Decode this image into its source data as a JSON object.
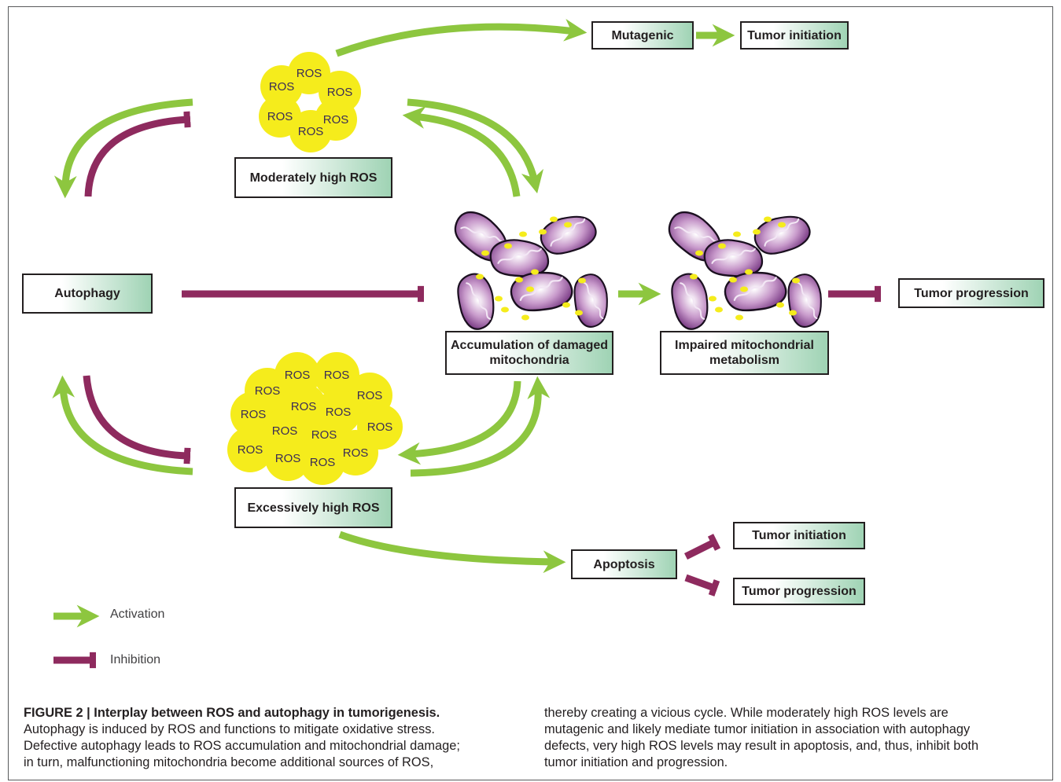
{
  "diagram": {
    "ros_label": "ROS",
    "nodes": {
      "mutagenic": "Mutagenic",
      "tumor_initiation_top": "Tumor initiation",
      "moderate_ros": "Moderately high ROS",
      "autophagy": "Autophagy",
      "accumulation": "Accumulation of damaged mitochondria",
      "impaired": "Impaired mitochondrial metabolism",
      "tumor_progression_right": "Tumor progression",
      "excessive_ros": "Excessively high ROS",
      "apoptosis": "Apoptosis",
      "tumor_initiation_bottom": "Tumor initiation",
      "tumor_progression_bottom": "Tumor progression"
    },
    "colors": {
      "activation": "#8dc63f",
      "inhibition": "#8e2a5e",
      "ros_fill": "#f5ec1c",
      "mitochondria": "#a05ca8",
      "box_gradient_end": "#9fd3b4"
    }
  },
  "legend": {
    "activation": "Activation",
    "inhibition": "Inhibition"
  },
  "caption": {
    "title": "FIGURE 2 | Interplay between ROS and autophagy in tumorigenesis.",
    "left_lines": [
      "Autophagy is induced by ROS and functions to mitigate oxidative stress.",
      "Defective autophagy leads to ROS accumulation and mitochondrial damage;",
      "in turn, malfunctioning mitochondria become additional sources of ROS,"
    ],
    "right_lines": [
      "thereby creating a vicious cycle. While moderately high ROS levels are",
      "mutagenic and likely mediate tumor initiation in association with autophagy",
      "defects, very high ROS levels may result in apoptosis, and, thus, inhibit both",
      "tumor initiation and progression."
    ]
  }
}
